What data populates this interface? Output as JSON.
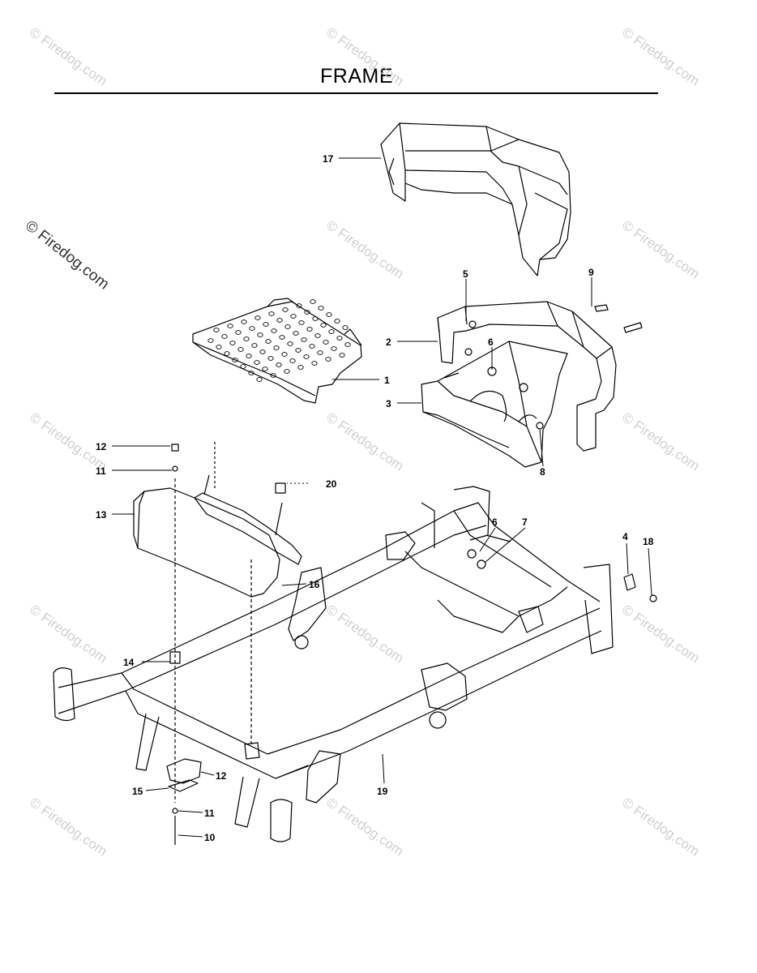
{
  "title": "FRAME",
  "watermark": "© Firedog.com",
  "callouts": [
    {
      "id": "17",
      "label": "17"
    },
    {
      "id": "5",
      "label": "5"
    },
    {
      "id": "9",
      "label": "9"
    },
    {
      "id": "2",
      "label": "2"
    },
    {
      "id": "6a",
      "label": "6"
    },
    {
      "id": "1",
      "label": "1"
    },
    {
      "id": "3",
      "label": "3"
    },
    {
      "id": "8",
      "label": "8"
    },
    {
      "id": "12a",
      "label": "12"
    },
    {
      "id": "11a",
      "label": "11"
    },
    {
      "id": "20",
      "label": "20"
    },
    {
      "id": "13",
      "label": "13"
    },
    {
      "id": "6b",
      "label": "6"
    },
    {
      "id": "7",
      "label": "7"
    },
    {
      "id": "4",
      "label": "4"
    },
    {
      "id": "18",
      "label": "18"
    },
    {
      "id": "16",
      "label": "16"
    },
    {
      "id": "14",
      "label": "14"
    },
    {
      "id": "12b",
      "label": "12"
    },
    {
      "id": "15",
      "label": "15"
    },
    {
      "id": "11b",
      "label": "11"
    },
    {
      "id": "10",
      "label": "10"
    },
    {
      "id": "19",
      "label": "19"
    }
  ],
  "colors": {
    "ink": "#000000",
    "watermark": "#cfcfcf",
    "paper": "#ffffff"
  }
}
